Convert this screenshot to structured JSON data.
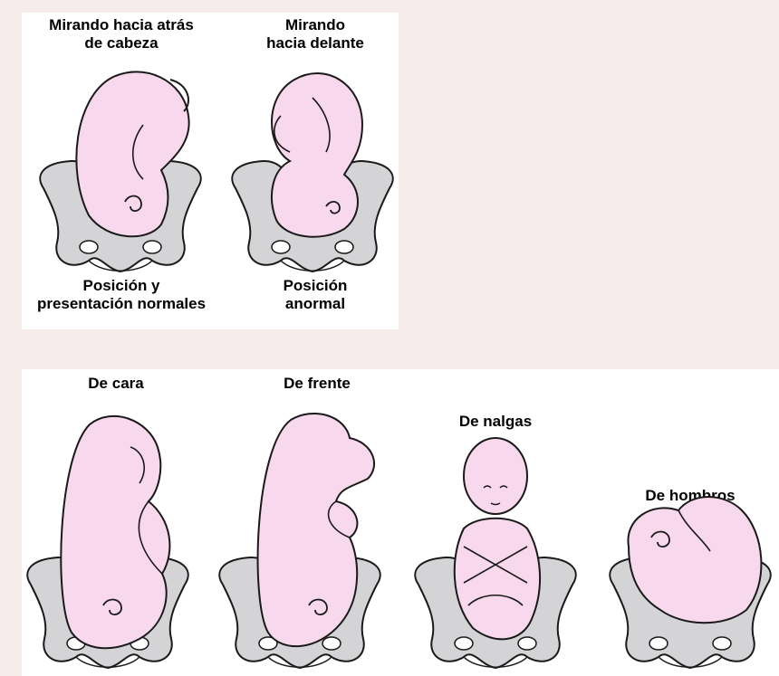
{
  "palette": {
    "background": "#f7ecec",
    "panel": "#ffffff",
    "pelvis_fill": "#d4d4d6",
    "baby_fill": "#f8d8ec",
    "outline": "#1a1a1a"
  },
  "top_section": {
    "left_caption_top": "Mirando hacia atrás\nde cabeza",
    "right_caption_top": "Mirando\nhacia delante",
    "left_caption_bottom": "Posición y\npresentación normales",
    "right_caption_bottom": "Posición\nanormal"
  },
  "bottom_section": {
    "captions": [
      "De cara",
      "De frente",
      "De nalgas",
      "De hombros"
    ]
  }
}
